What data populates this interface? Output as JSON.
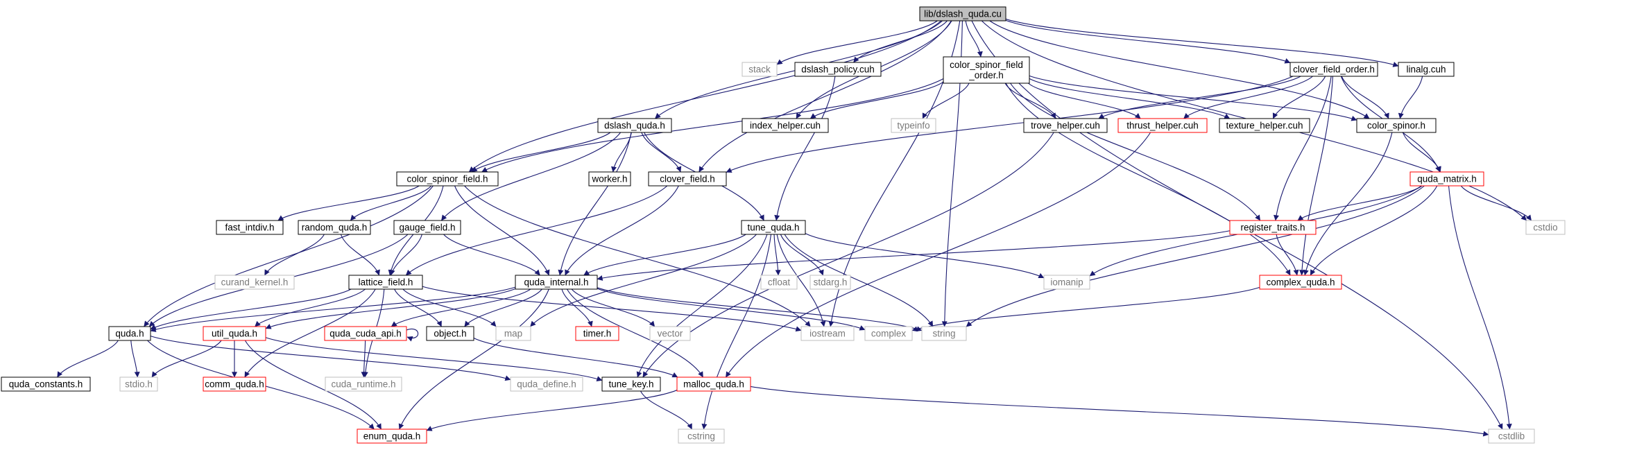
{
  "diagram": {
    "root": "lib/dslash_quda.cu",
    "colors": {
      "edge": "#191970",
      "box_border": "#000000",
      "ghost_border": "#bfbfbf",
      "red_border": "#ff0000",
      "root_fill": "#bfbfbf"
    },
    "nodes": [
      {
        "id": "dslash_quda_cu",
        "label": "lib/dslash_quda.cu",
        "style": "root"
      },
      {
        "id": "stack",
        "label": "stack",
        "style": "ghost"
      },
      {
        "id": "dslash_policy",
        "label": "dslash_policy.cuh",
        "style": "normal"
      },
      {
        "id": "csfo",
        "label": [
          "color_spinor_field",
          "_order.h"
        ],
        "style": "normal"
      },
      {
        "id": "clover_field_order",
        "label": "clover_field_order.h",
        "style": "normal"
      },
      {
        "id": "linalg",
        "label": "linalg.cuh",
        "style": "normal"
      },
      {
        "id": "dslash_quda_h",
        "label": "dslash_quda.h",
        "style": "normal"
      },
      {
        "id": "index_helper",
        "label": "index_helper.cuh",
        "style": "normal"
      },
      {
        "id": "typeinfo",
        "label": "typeinfo",
        "style": "ghost"
      },
      {
        "id": "trove_helper",
        "label": "trove_helper.cuh",
        "style": "normal"
      },
      {
        "id": "thrust_helper",
        "label": "thrust_helper.cuh",
        "style": "red"
      },
      {
        "id": "texture_helper",
        "label": "texture_helper.cuh",
        "style": "normal"
      },
      {
        "id": "color_spinor",
        "label": "color_spinor.h",
        "style": "normal"
      },
      {
        "id": "color_spinor_field",
        "label": "color_spinor_field.h",
        "style": "normal"
      },
      {
        "id": "worker",
        "label": "worker.h",
        "style": "normal"
      },
      {
        "id": "clover_field",
        "label": "clover_field.h",
        "style": "normal"
      },
      {
        "id": "quda_matrix",
        "label": "quda_matrix.h",
        "style": "red"
      },
      {
        "id": "fast_intdiv",
        "label": "fast_intdiv.h",
        "style": "normal"
      },
      {
        "id": "random_quda",
        "label": "random_quda.h",
        "style": "normal"
      },
      {
        "id": "gauge_field",
        "label": "gauge_field.h",
        "style": "normal"
      },
      {
        "id": "tune_quda",
        "label": "tune_quda.h",
        "style": "normal"
      },
      {
        "id": "register_traits",
        "label": "register_traits.h",
        "style": "red"
      },
      {
        "id": "cstdio",
        "label": "cstdio",
        "style": "ghost"
      },
      {
        "id": "curand_kernel",
        "label": "curand_kernel.h",
        "style": "ghost"
      },
      {
        "id": "lattice_field",
        "label": "lattice_field.h",
        "style": "normal"
      },
      {
        "id": "quda_internal",
        "label": "quda_internal.h",
        "style": "normal"
      },
      {
        "id": "cfloat",
        "label": "cfloat",
        "style": "ghost"
      },
      {
        "id": "stdarg",
        "label": "stdarg.h",
        "style": "ghost"
      },
      {
        "id": "iomanip",
        "label": "iomanip",
        "style": "ghost"
      },
      {
        "id": "complex_quda",
        "label": "complex_quda.h",
        "style": "red"
      },
      {
        "id": "quda_h",
        "label": "quda.h",
        "style": "normal"
      },
      {
        "id": "util_quda",
        "label": "util_quda.h",
        "style": "red"
      },
      {
        "id": "quda_cuda_api",
        "label": "quda_cuda_api.h",
        "style": "red"
      },
      {
        "id": "object",
        "label": "object.h",
        "style": "normal"
      },
      {
        "id": "map",
        "label": "map",
        "style": "ghost"
      },
      {
        "id": "timer",
        "label": "timer.h",
        "style": "red"
      },
      {
        "id": "vector",
        "label": "vector",
        "style": "ghost"
      },
      {
        "id": "iostream",
        "label": "iostream",
        "style": "ghost"
      },
      {
        "id": "complex",
        "label": "complex",
        "style": "ghost"
      },
      {
        "id": "string",
        "label": "string",
        "style": "ghost"
      },
      {
        "id": "quda_constants",
        "label": "quda_constants.h",
        "style": "normal"
      },
      {
        "id": "stdio",
        "label": "stdio.h",
        "style": "ghost"
      },
      {
        "id": "comm_quda",
        "label": "comm_quda.h",
        "style": "red"
      },
      {
        "id": "cuda_runtime",
        "label": "cuda_runtime.h",
        "style": "ghost"
      },
      {
        "id": "quda_define",
        "label": "quda_define.h",
        "style": "ghost"
      },
      {
        "id": "tune_key",
        "label": "tune_key.h",
        "style": "normal"
      },
      {
        "id": "malloc_quda",
        "label": "malloc_quda.h",
        "style": "red"
      },
      {
        "id": "enum_quda",
        "label": "enum_quda.h",
        "style": "red"
      },
      {
        "id": "cstring",
        "label": "cstring",
        "style": "ghost"
      },
      {
        "id": "cstdlib",
        "label": "cstdlib",
        "style": "ghost"
      }
    ],
    "edges": [
      [
        "dslash_quda_cu",
        "stack"
      ],
      [
        "dslash_quda_cu",
        "dslash_policy"
      ],
      [
        "dslash_quda_cu",
        "csfo"
      ],
      [
        "dslash_quda_cu",
        "clover_field_order"
      ],
      [
        "dslash_quda_cu",
        "linalg"
      ],
      [
        "dslash_quda_cu",
        "dslash_quda_h"
      ],
      [
        "dslash_quda_cu",
        "index_helper"
      ],
      [
        "dslash_quda_cu",
        "color_spinor_field"
      ],
      [
        "dslash_quda_cu",
        "clover_field"
      ],
      [
        "dslash_quda_cu",
        "color_spinor"
      ],
      [
        "dslash_quda_cu",
        "cstdio"
      ],
      [
        "dslash_quda_cu",
        "iostream"
      ],
      [
        "dslash_quda_cu",
        "string"
      ],
      [
        "dslash_quda_cu",
        "cstdlib"
      ],
      [
        "dslash_policy",
        "tune_quda"
      ],
      [
        "csfo",
        "index_helper"
      ],
      [
        "csfo",
        "typeinfo"
      ],
      [
        "csfo",
        "trove_helper"
      ],
      [
        "csfo",
        "thrust_helper"
      ],
      [
        "csfo",
        "texture_helper"
      ],
      [
        "csfo",
        "color_spinor"
      ],
      [
        "csfo",
        "color_spinor_field"
      ],
      [
        "csfo",
        "register_traits"
      ],
      [
        "csfo",
        "complex_quda"
      ],
      [
        "clover_field_order",
        "trove_helper"
      ],
      [
        "clover_field_order",
        "thrust_helper"
      ],
      [
        "clover_field_order",
        "texture_helper"
      ],
      [
        "clover_field_order",
        "color_spinor"
      ],
      [
        "clover_field_order",
        "clover_field"
      ],
      [
        "clover_field_order",
        "quda_matrix"
      ],
      [
        "clover_field_order",
        "register_traits"
      ],
      [
        "clover_field_order",
        "complex_quda"
      ],
      [
        "linalg",
        "color_spinor"
      ],
      [
        "dslash_quda_h",
        "color_spinor_field"
      ],
      [
        "dslash_quda_h",
        "worker"
      ],
      [
        "dslash_quda_h",
        "clover_field"
      ],
      [
        "dslash_quda_h",
        "gauge_field"
      ],
      [
        "dslash_quda_h",
        "tune_quda"
      ],
      [
        "dslash_quda_h",
        "quda_internal"
      ],
      [
        "color_spinor",
        "quda_matrix"
      ],
      [
        "color_spinor",
        "complex_quda"
      ],
      [
        "trove_helper",
        "tune_key"
      ],
      [
        "thrust_helper",
        "malloc_quda"
      ],
      [
        "color_spinor_field",
        "fast_intdiv"
      ],
      [
        "color_spinor_field",
        "random_quda"
      ],
      [
        "color_spinor_field",
        "lattice_field"
      ],
      [
        "color_spinor_field",
        "quda_internal"
      ],
      [
        "color_spinor_field",
        "quda_h"
      ],
      [
        "color_spinor_field",
        "iostream"
      ],
      [
        "clover_field",
        "lattice_field"
      ],
      [
        "clover_field",
        "quda_internal"
      ],
      [
        "quda_matrix",
        "register_traits"
      ],
      [
        "quda_matrix",
        "cstdio"
      ],
      [
        "quda_matrix",
        "iomanip"
      ],
      [
        "quda_matrix",
        "complex_quda"
      ],
      [
        "quda_matrix",
        "string"
      ],
      [
        "quda_matrix",
        "cstdlib"
      ],
      [
        "random_quda",
        "curand_kernel"
      ],
      [
        "random_quda",
        "lattice_field"
      ],
      [
        "gauge_field",
        "lattice_field"
      ],
      [
        "gauge_field",
        "quda_internal"
      ],
      [
        "gauge_field",
        "quda_h"
      ],
      [
        "tune_quda",
        "quda_internal"
      ],
      [
        "tune_quda",
        "cfloat"
      ],
      [
        "tune_quda",
        "stdarg"
      ],
      [
        "tune_quda",
        "iomanip"
      ],
      [
        "tune_quda",
        "map"
      ],
      [
        "tune_quda",
        "iostream"
      ],
      [
        "tune_quda",
        "string"
      ],
      [
        "tune_quda",
        "tune_key"
      ],
      [
        "tune_quda",
        "cstring"
      ],
      [
        "register_traits",
        "quda_internal"
      ],
      [
        "register_traits",
        "complex_quda"
      ],
      [
        "complex_quda",
        "complex"
      ],
      [
        "lattice_field",
        "quda_h"
      ],
      [
        "lattice_field",
        "util_quda"
      ],
      [
        "lattice_field",
        "object"
      ],
      [
        "lattice_field",
        "map"
      ],
      [
        "lattice_field",
        "iostream"
      ],
      [
        "lattice_field",
        "comm_quda"
      ],
      [
        "lattice_field",
        "cuda_runtime"
      ],
      [
        "quda_internal",
        "quda_h"
      ],
      [
        "quda_internal",
        "util_quda"
      ],
      [
        "quda_internal",
        "quda_cuda_api"
      ],
      [
        "quda_internal",
        "object"
      ],
      [
        "quda_internal",
        "timer"
      ],
      [
        "quda_internal",
        "vector"
      ],
      [
        "quda_internal",
        "complex"
      ],
      [
        "quda_internal",
        "string"
      ],
      [
        "quda_internal",
        "malloc_quda"
      ],
      [
        "quda_internal",
        "enum_quda"
      ],
      [
        "quda_h",
        "quda_constants"
      ],
      [
        "quda_h",
        "stdio"
      ],
      [
        "quda_h",
        "quda_define"
      ],
      [
        "quda_h",
        "enum_quda"
      ],
      [
        "util_quda",
        "stdio"
      ],
      [
        "util_quda",
        "comm_quda"
      ],
      [
        "util_quda",
        "tune_key"
      ],
      [
        "util_quda",
        "enum_quda"
      ],
      [
        "quda_cuda_api",
        "quda_cuda_api"
      ],
      [
        "quda_cuda_api",
        "cuda_runtime"
      ],
      [
        "object",
        "malloc_quda"
      ],
      [
        "tune_key",
        "cstring"
      ],
      [
        "malloc_quda",
        "enum_quda"
      ],
      [
        "malloc_quda",
        "cstdlib"
      ]
    ]
  }
}
